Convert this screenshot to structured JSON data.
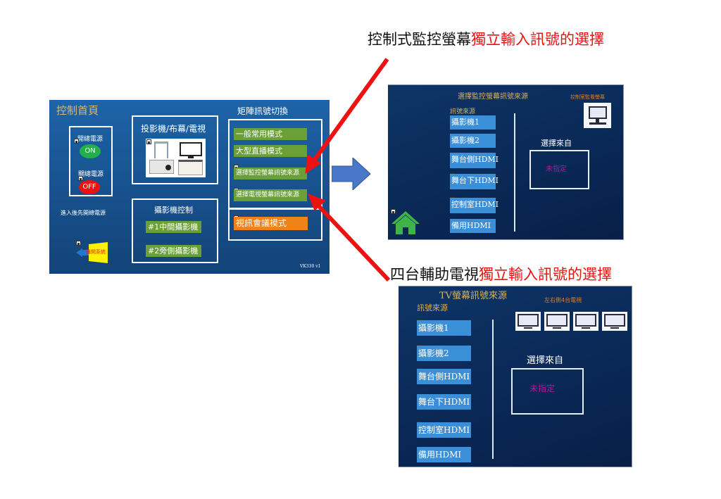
{
  "headings": {
    "monitor_heading_black": "控制式監控螢幕",
    "monitor_heading_red": "獨立輸入訊號的選擇",
    "tv_heading_black": "四台輔助電視",
    "tv_heading_red": "獨立輸入訊號的選擇"
  },
  "control_home": {
    "title": "控制首頁",
    "power_on_label": "開總電源",
    "power_on_button": "ON",
    "power_off_label": "關總電源",
    "power_off_button": "OFF",
    "hint": "進入後先開總電源",
    "exit_button": "離開系統",
    "projector_section_title": "投影機/布幕/電視",
    "camera_section_title": "攝影機控制",
    "camera_buttons": [
      "#1中間攝影機",
      "#2旁側攝影機"
    ],
    "matrix_title": "矩陣訊號切換",
    "matrix_buttons": [
      "一般常用模式",
      "大型直播模式",
      "選擇監控螢幕訊號來源",
      "選擇電視螢幕訊號來源"
    ],
    "video_conf_button": "視訊會議模式",
    "version": "VK330 v1"
  },
  "monitor_panel": {
    "title": "選擇監控螢幕訊號來源",
    "source_label": "訊號來源",
    "sources": [
      "攝影機1",
      "攝影機2",
      "舞台側HDMI",
      "舞台下HDMI",
      "控制室HDMI",
      "備用HDMI"
    ],
    "monitor_label": "控制室監看螢幕",
    "select_from_label": "選擇來自",
    "selected_value": "未指定"
  },
  "tv_panel": {
    "title": "TV螢幕訊號來源",
    "source_label": "訊號來源",
    "sources": [
      "攝影機1",
      "攝影機2",
      "舞台側HDMI",
      "舞台下HDMI",
      "控制室HDMI",
      "備用HDMI"
    ],
    "tv_label": "左右側4台電視",
    "select_from_label": "選擇來自",
    "selected_value": "未指定"
  },
  "colors": {
    "annotation_red": "#ee1111",
    "green_button": "#6aa037",
    "orange_button": "#f0821a",
    "blue_button": "#3a8fd8",
    "unassigned_text": "#b0179a"
  }
}
